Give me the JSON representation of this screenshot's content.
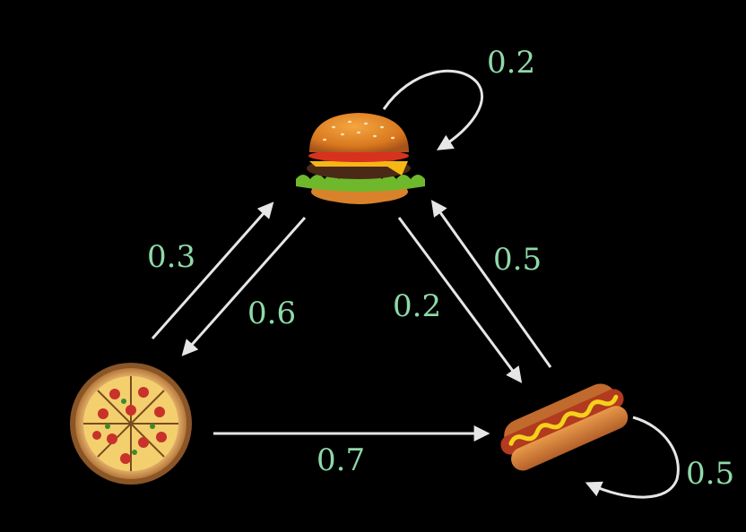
{
  "colors": {
    "background": "#000000",
    "arrow": "#e6e6e6",
    "label": "#8fd9a8"
  },
  "nodes": [
    {
      "id": "burger",
      "icon": "burger-icon"
    },
    {
      "id": "pizza",
      "icon": "pizza-icon"
    },
    {
      "id": "hotdog",
      "icon": "hotdog-icon"
    }
  ],
  "edges": [
    {
      "from": "burger",
      "to": "burger",
      "label": "0.2"
    },
    {
      "from": "pizza",
      "to": "burger",
      "label": "0.3"
    },
    {
      "from": "burger",
      "to": "pizza",
      "label": "0.6"
    },
    {
      "from": "burger",
      "to": "hotdog",
      "label": "0.2"
    },
    {
      "from": "hotdog",
      "to": "burger",
      "label": "0.5"
    },
    {
      "from": "pizza",
      "to": "hotdog",
      "label": "0.7"
    },
    {
      "from": "hotdog",
      "to": "hotdog",
      "label": "0.5"
    }
  ]
}
